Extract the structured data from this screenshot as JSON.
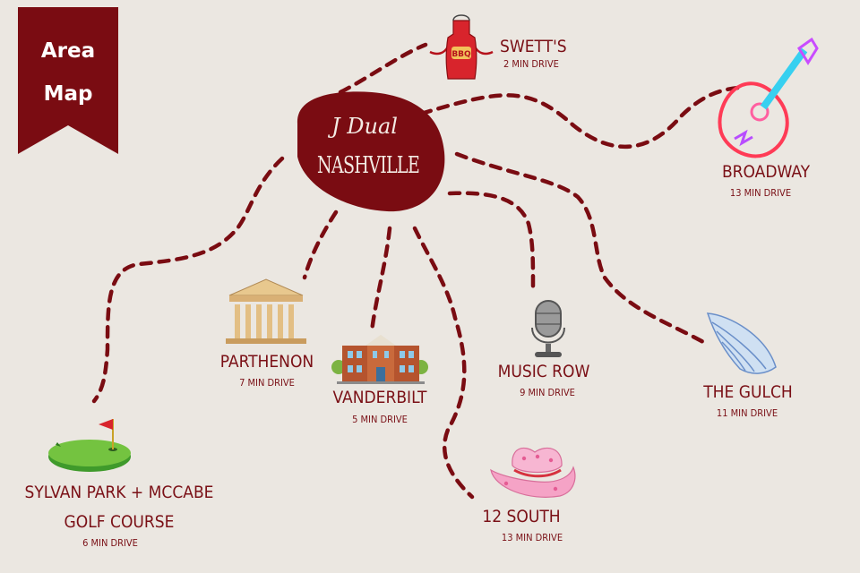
{
  "banner": {
    "line1": "Area",
    "line2": "Map"
  },
  "hub": {
    "script": "J Dual",
    "name": "NASHVILLE"
  },
  "locations": [
    {
      "name": "SWETT'S",
      "drive": "2 MIN DRIVE",
      "icon": "apron-icon",
      "icon_text": "BBQ"
    },
    {
      "name": "BROADWAY",
      "drive": "13 MIN DRIVE",
      "icon": "neon-guitar-icon"
    },
    {
      "name": "PARTHENON",
      "drive": "7 MIN DRIVE",
      "icon": "parthenon-icon"
    },
    {
      "name": "VANDERBILT",
      "drive": "5 MIN DRIVE",
      "icon": "university-building-icon"
    },
    {
      "name": "MUSIC ROW",
      "drive": "9 MIN DRIVE",
      "icon": "microphone-icon"
    },
    {
      "name": "THE GULCH",
      "drive": "11 MIN DRIVE",
      "icon": "angel-wing-icon"
    },
    {
      "name": "12 SOUTH",
      "drive": "13 MIN DRIVE",
      "icon": "cowboy-hat-icon"
    },
    {
      "name_line1": "SYLVAN PARK + MCCABE",
      "name_line2": "GOLF COURSE",
      "drive": "6 MIN DRIVE",
      "icon": "golf-green-icon"
    }
  ],
  "colors": {
    "route": "#7a0c12",
    "hub": "#7a0c12",
    "label": "#7a1016",
    "background": "#ebe7e1"
  }
}
